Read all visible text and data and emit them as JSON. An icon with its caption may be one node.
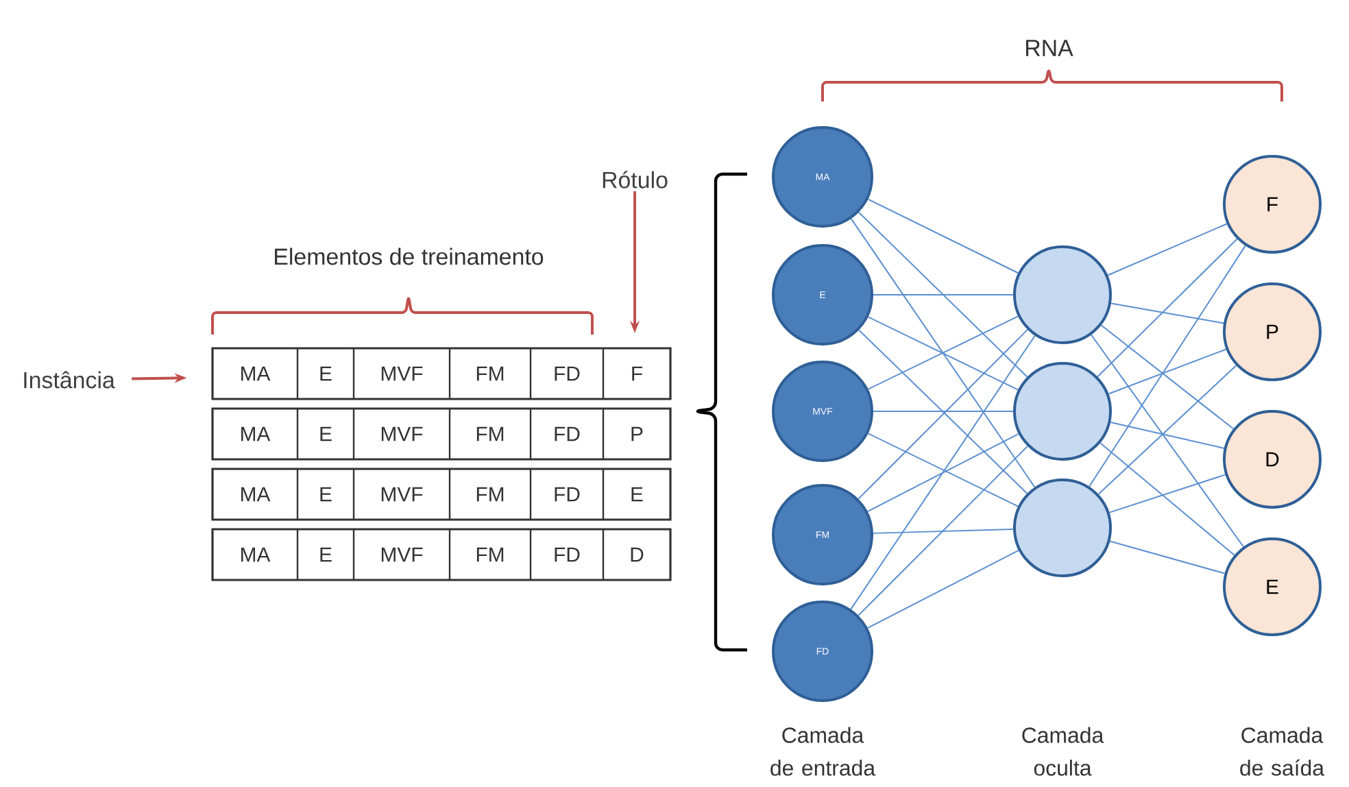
{
  "diagram": {
    "nodes": [
      {
        "text": [
          "Instância"
        ]
      },
      {
        "text": [
          "Rótulo"
        ]
      },
      {
        "text": [
          "MA",
          "E",
          "MVF",
          "FM",
          "FD",
          "F"
        ]
      },
      {
        "text": [
          "MA",
          "E",
          "MVF",
          "FM",
          "FD",
          "P"
        ]
      },
      {
        "text": [
          "MA",
          "E",
          "MVF",
          "FM",
          "FD",
          "E"
        ]
      },
      {
        "text": [
          "MA",
          "E",
          "MVF",
          "FM",
          "FD",
          "D"
        ]
      },
      {
        "text": [
          "MA"
        ]
      },
      {
        "text": [
          "E"
        ]
      },
      {
        "text": [
          "MVF"
        ]
      },
      {
        "text": [
          "FM"
        ]
      },
      {
        "text": [
          "FD"
        ]
      },
      {
        "text": [],
        "shape": "circle"
      },
      {
        "text": [],
        "shape": "circle"
      },
      {
        "text": [],
        "shape": "circle"
      },
      {
        "text": [
          "F"
        ]
      },
      {
        "text": [
          "P"
        ]
      },
      {
        "text": [
          "D"
        ]
      },
      {
        "text": [
          "E"
        ]
      }
    ],
    "edges": [
      {
        "from": 0,
        "to": 2,
        "arrow": "to",
        "color": "#c0504d"
      },
      {
        "from": 1,
        "to": null,
        "arrow": "to",
        "color": "#c0504d"
      },
      {
        "from": 6,
        "to": 11,
        "arrow": "none"
      },
      {
        "from": 6,
        "to": 12,
        "arrow": "none"
      },
      {
        "from": 6,
        "to": 13,
        "arrow": "none"
      },
      {
        "from": 7,
        "to": 11,
        "arrow": "none"
      },
      {
        "from": 7,
        "to": 12,
        "arrow": "none"
      },
      {
        "from": 7,
        "to": 13,
        "arrow": "none"
      },
      {
        "from": 8,
        "to": 11,
        "arrow": "none"
      },
      {
        "from": 8,
        "to": 12,
        "arrow": "none"
      },
      {
        "from": 8,
        "to": 13,
        "arrow": "none"
      },
      {
        "from": 9,
        "to": 11,
        "arrow": "none"
      },
      {
        "from": 9,
        "to": 12,
        "arrow": "none"
      },
      {
        "from": 9,
        "to": 13,
        "arrow": "none"
      },
      {
        "from": 10,
        "to": 11,
        "arrow": "none"
      },
      {
        "from": 10,
        "to": 12,
        "arrow": "none"
      },
      {
        "from": 10,
        "to": 13,
        "arrow": "none"
      },
      {
        "from": 11,
        "to": 14,
        "arrow": "none"
      },
      {
        "from": 11,
        "to": 15,
        "arrow": "none"
      },
      {
        "from": 11,
        "to": 16,
        "arrow": "none"
      },
      {
        "from": 11,
        "to": 17,
        "arrow": "none"
      },
      {
        "from": 12,
        "to": 14,
        "arrow": "none"
      },
      {
        "from": 12,
        "to": 15,
        "arrow": "none"
      },
      {
        "from": 12,
        "to": 16,
        "arrow": "none"
      },
      {
        "from": 12,
        "to": 17,
        "arrow": "none"
      },
      {
        "from": 13,
        "to": 14,
        "arrow": "none"
      },
      {
        "from": 13,
        "to": 15,
        "arrow": "none"
      },
      {
        "from": 13,
        "to": 16,
        "arrow": "none"
      },
      {
        "from": 13,
        "to": 17,
        "arrow": "none"
      }
    ],
    "labels": [
      "RNA",
      "Elementos de treinamento",
      "Camada de entrada",
      "Camada oculta",
      "Camada de saída"
    ]
  }
}
